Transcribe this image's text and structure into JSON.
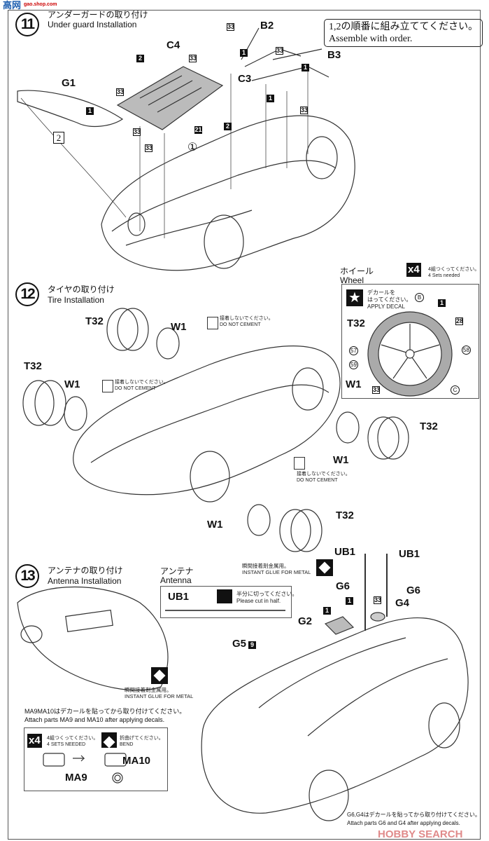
{
  "watermark_top": {
    "text": "高网",
    "sub": "gao.shop.com"
  },
  "watermark_bottom": "HOBBY SEARCH",
  "step11": {
    "number": "11",
    "title_jp": "アンダーガードの取り付け",
    "title_en": "Under guard Installation",
    "note_jp": "1,2の順番に組み立ててください。",
    "note_en": "Assemble with order.",
    "parts": {
      "b2": "B2",
      "b3": "B3",
      "c3": "C3",
      "c4": "C4",
      "g1": "G1"
    },
    "callouts": {
      "n33": "33",
      "n1": "1",
      "n2": "2",
      "n21": "21",
      "order1": "①",
      "order2": "2"
    }
  },
  "step12": {
    "number": "12",
    "title_jp": "タイヤの取り付け",
    "title_en": "Tire Installation",
    "tire": "T32",
    "wheel": "W1",
    "no_cement_jp": "接着しないでください。",
    "no_cement_en": "DO NOT CEMENT",
    "wheel_box": {
      "title_jp": "ホイール",
      "title_en": "Wheel",
      "multiplier": "x4",
      "sets_jp": "4組つくってください。",
      "sets_en": "4 Sets needed",
      "decal_jp1": "デカールを",
      "decal_jp2": "はってください。",
      "decal_en": "APPLY DECAL",
      "tire": "T32",
      "wheel": "W1",
      "b": "B",
      "c": "C",
      "n1": "1",
      "n28": "28",
      "n57": "57",
      "n58": "58",
      "n59": "59",
      "n33": "33"
    }
  },
  "step13": {
    "number": "13",
    "title_jp": "アンテナの取り付け",
    "title_en": "Antenna Installation",
    "antenna_jp": "アンテナ",
    "antenna_en": "Antenna",
    "ub1": "UB1",
    "cut_jp": "半分に切ってください。",
    "cut_en": "Please cut in half.",
    "glue_jp": "瞬間接着剤金属用。",
    "glue_en": "INSTANT GLUE FOR METAL",
    "parts": {
      "g2": "G2",
      "g4": "G4",
      "g5": "G5",
      "g6": "G6",
      "n1": "1",
      "n9": "9",
      "n33": "33"
    },
    "ma_note_jp": "MA9MA10はデカールを貼ってから取り付けてください。",
    "ma_note_en": "Attach parts MA9 and MA10 after applying decals.",
    "ma_box": {
      "multiplier": "x4",
      "sets_jp": "4組つくってください。",
      "sets_en": "4 SETS NEEDED",
      "bend_jp": "折曲げてください。",
      "bend_en": "BEND",
      "ma9": "MA9",
      "ma10": "MA10"
    },
    "g_note_jp": "G6,G4はデカールを貼ってから取り付けてください。",
    "g_note_en": "Attach parts G6 and G4 after applying decals."
  }
}
